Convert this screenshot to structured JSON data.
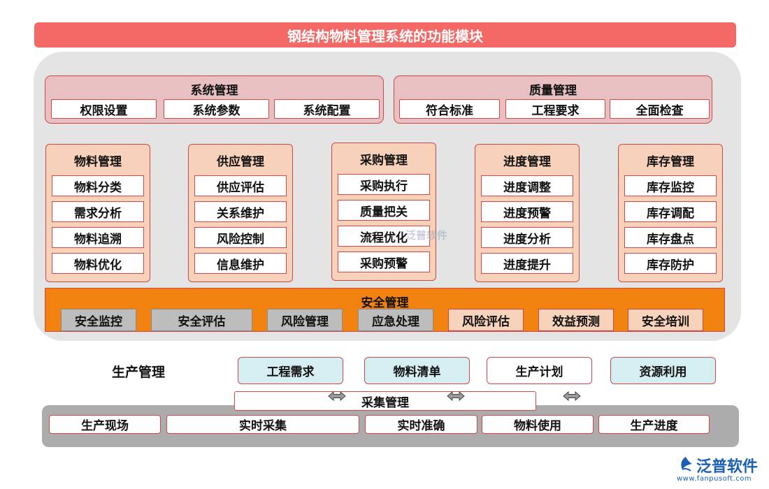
{
  "title": "钢结构物料管理系统的功能模块",
  "system_mgmt": {
    "title": "系统管理",
    "items": [
      "权限设置",
      "系统参数",
      "系统配置"
    ]
  },
  "quality_mgmt": {
    "title": "质量管理",
    "items": [
      "符合标准",
      "工程要求",
      "全面检查"
    ]
  },
  "modules": [
    {
      "title": "物料管理",
      "items": [
        "物料分类",
        "需求分析",
        "物料追溯",
        "物料优化"
      ]
    },
    {
      "title": "供应管理",
      "items": [
        "供应评估",
        "关系维护",
        "风险控制",
        "信息维护"
      ]
    },
    {
      "title": "采购管理",
      "items": [
        "采购执行",
        "质量把关",
        "流程优化",
        "采购预警"
      ]
    },
    {
      "title": "进度管理",
      "items": [
        "进度调整",
        "进度预警",
        "进度分析",
        "进度提升"
      ]
    },
    {
      "title": "库存管理",
      "items": [
        "库存监控",
        "库存调配",
        "库存盘点",
        "库存防护"
      ]
    }
  ],
  "safety_mgmt": {
    "title": "安全管理",
    "items": [
      "安全监控",
      "安全评估",
      "风险管理",
      "应急处理",
      "风险评估",
      "效益预测",
      "安全培训"
    ]
  },
  "production": {
    "label": "生产管理",
    "items": [
      "工程需求",
      "物料清单",
      "生产计划",
      "资源利用"
    ]
  },
  "collection": {
    "label": "采集管理",
    "items": [
      "生产现场",
      "实时采集",
      "实时准确",
      "物料使用",
      "生产进度"
    ]
  },
  "watermark": "泛普软件",
  "logo": {
    "name": "泛普软件",
    "url": "www.fanpusoft.com"
  },
  "colors": {
    "title_bg": "#f46866",
    "border": "#d44747",
    "pink": "#e8c0c2",
    "peach": "#f7d1b9",
    "orange": "#f1820f",
    "teal": "#d5eef1",
    "gray_panel": "#acacac",
    "logo_blue": "#1b5fb5"
  },
  "icons": [
    "double-arrow-icon",
    "fanpu-logo-icon"
  ]
}
